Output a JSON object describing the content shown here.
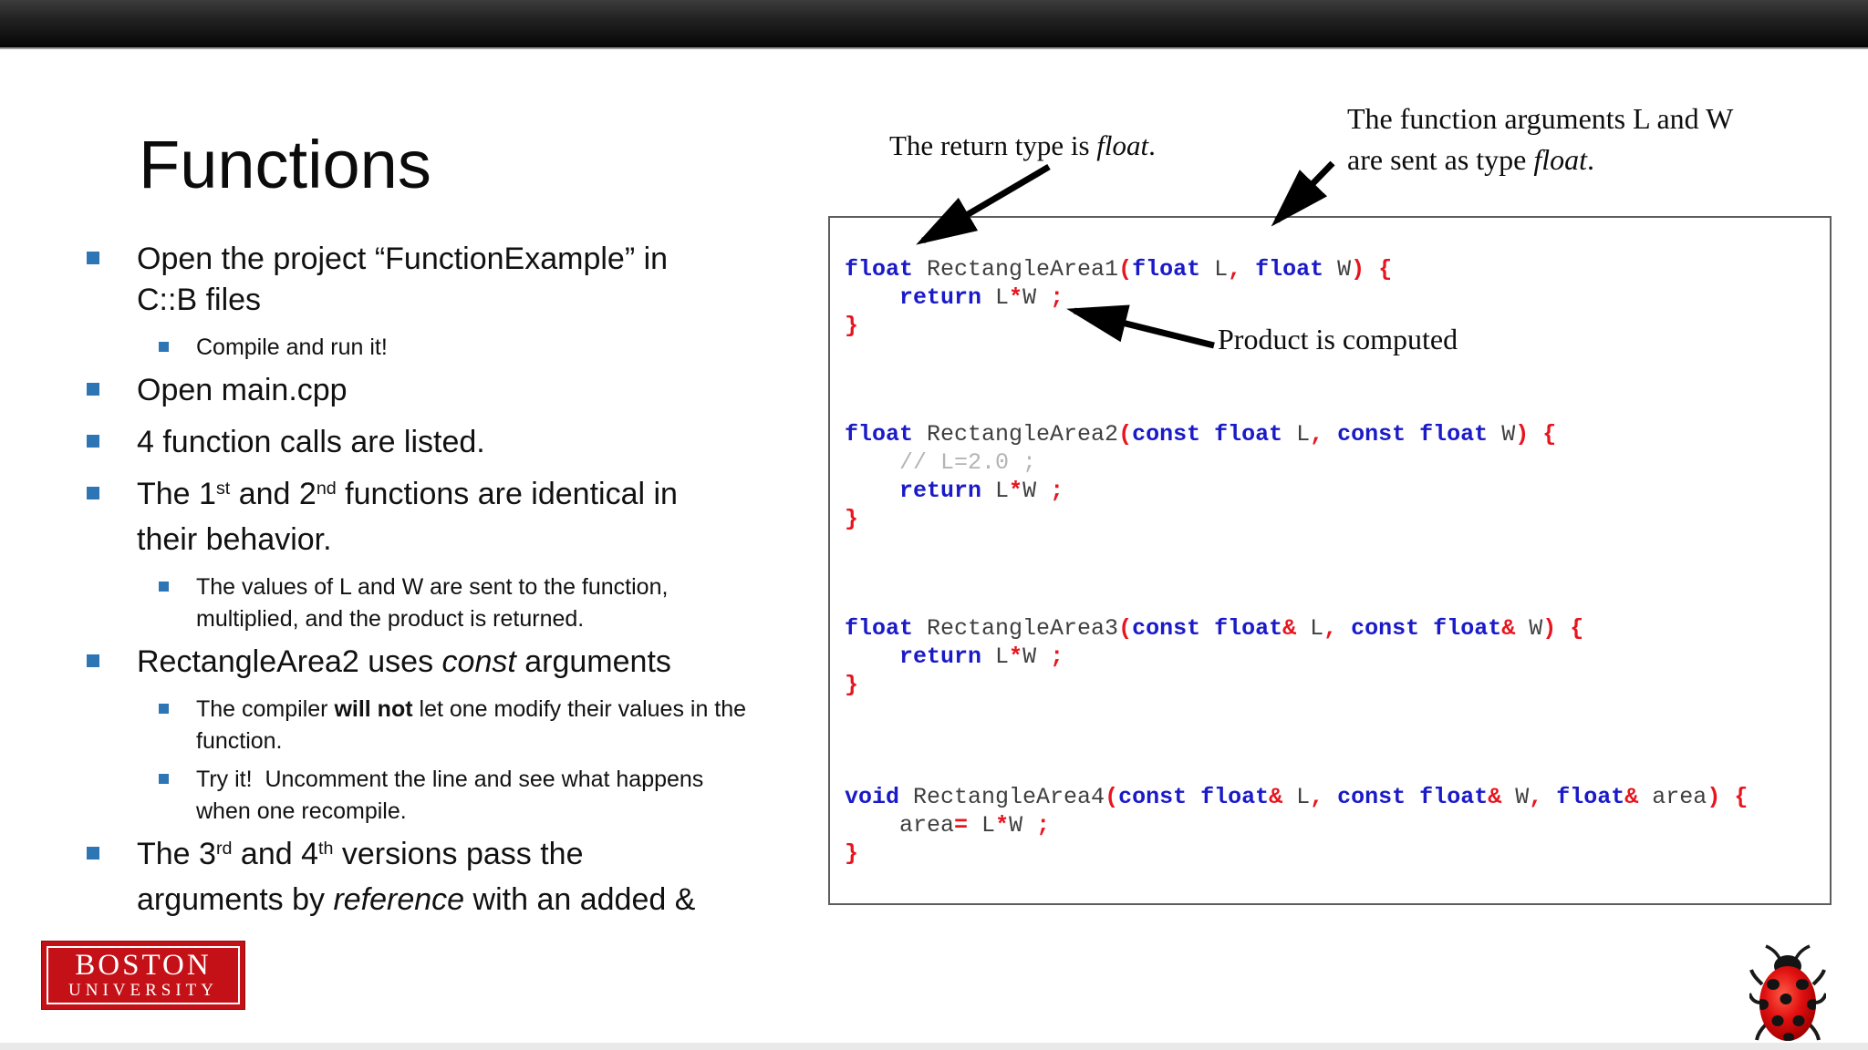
{
  "slide": {
    "title": "Functions",
    "bullets": [
      {
        "level": 1,
        "runs": [
          {
            "t": "Open the project “FunctionExample” in"
          },
          {
            "br": true
          },
          {
            "t": "C::B files"
          }
        ]
      },
      {
        "level": 2,
        "runs": [
          {
            "t": "Compile and run it!"
          }
        ]
      },
      {
        "level": 1,
        "runs": [
          {
            "t": "Open main.cpp"
          }
        ]
      },
      {
        "level": 1,
        "runs": [
          {
            "t": "4 function calls are listed."
          }
        ]
      },
      {
        "level": 1,
        "runs": [
          {
            "t": "The 1"
          },
          {
            "t": "st",
            "sup": true
          },
          {
            "t": " and 2"
          },
          {
            "t": "nd",
            "sup": true
          },
          {
            "t": " functions are identical in"
          },
          {
            "br": true
          },
          {
            "t": "their behavior."
          }
        ]
      },
      {
        "level": 2,
        "runs": [
          {
            "t": "The values of L and W are sent to the function,"
          },
          {
            "br": true
          },
          {
            "t": "multiplied, and the product is returned."
          }
        ]
      },
      {
        "level": 1,
        "runs": [
          {
            "t": "RectangleArea2 uses "
          },
          {
            "t": "const",
            "i": true
          },
          {
            "t": " arguments"
          }
        ]
      },
      {
        "level": 2,
        "runs": [
          {
            "t": "The compiler "
          },
          {
            "t": "will not",
            "b": true
          },
          {
            "t": " let one modify their values in the"
          },
          {
            "br": true
          },
          {
            "t": "function."
          }
        ]
      },
      {
        "level": 2,
        "runs": [
          {
            "t": "Try it!  Uncomment the line and see what happens"
          },
          {
            "br": true
          },
          {
            "t": "when one recompile."
          }
        ]
      },
      {
        "level": 1,
        "runs": [
          {
            "t": "The 3"
          },
          {
            "t": "rd",
            "sup": true
          },
          {
            "t": " and 4"
          },
          {
            "t": "th",
            "sup": true
          },
          {
            "t": " versions pass the"
          },
          {
            "br": true
          },
          {
            "t": "arguments by "
          },
          {
            "t": "reference",
            "i": true
          },
          {
            "t": " with an added &"
          }
        ]
      }
    ]
  },
  "annotations": {
    "return_type": {
      "runs": [
        {
          "t": "The return type is "
        },
        {
          "t": "float",
          "i": true
        },
        {
          "t": "."
        }
      ]
    },
    "arguments": {
      "runs": [
        {
          "t": "The function arguments L and W"
        },
        {
          "br": true
        },
        {
          "t": "are sent as type "
        },
        {
          "t": "float",
          "i": true
        },
        {
          "t": "."
        }
      ]
    },
    "product": {
      "runs": [
        {
          "t": "Product is computed"
        }
      ]
    }
  },
  "code": {
    "blocks": [
      {
        "lines": [
          [
            [
              "k",
              "float"
            ],
            [
              "t",
              " RectangleArea1"
            ],
            [
              "p",
              "("
            ],
            [
              "k",
              "float"
            ],
            [
              "t",
              " L"
            ],
            [
              "p",
              ","
            ],
            [
              "t",
              " "
            ],
            [
              "k",
              "float"
            ],
            [
              "t",
              " W"
            ],
            [
              "p",
              ")"
            ],
            [
              "t",
              " "
            ],
            [
              "p",
              "{"
            ]
          ],
          [
            [
              "t",
              "    "
            ],
            [
              "k",
              "return"
            ],
            [
              "t",
              " L"
            ],
            [
              "p",
              "*"
            ],
            [
              "t",
              "W "
            ],
            [
              "p",
              ";"
            ]
          ],
          [
            [
              "p",
              "}"
            ]
          ]
        ]
      },
      {
        "lines": [
          [
            [
              "k",
              "float"
            ],
            [
              "t",
              " RectangleArea2"
            ],
            [
              "p",
              "("
            ],
            [
              "k",
              "const float"
            ],
            [
              "t",
              " L"
            ],
            [
              "p",
              ","
            ],
            [
              "t",
              " "
            ],
            [
              "k",
              "const float"
            ],
            [
              "t",
              " W"
            ],
            [
              "p",
              ")"
            ],
            [
              "t",
              " "
            ],
            [
              "p",
              "{"
            ]
          ],
          [
            [
              "c",
              "    // L=2.0 ;"
            ]
          ],
          [
            [
              "t",
              "    "
            ],
            [
              "k",
              "return"
            ],
            [
              "t",
              " L"
            ],
            [
              "p",
              "*"
            ],
            [
              "t",
              "W "
            ],
            [
              "p",
              ";"
            ]
          ],
          [
            [
              "p",
              "}"
            ]
          ]
        ]
      },
      {
        "lines": [
          [
            [
              "k",
              "float"
            ],
            [
              "t",
              " RectangleArea3"
            ],
            [
              "p",
              "("
            ],
            [
              "k",
              "const float"
            ],
            [
              "p",
              "&"
            ],
            [
              "t",
              " L"
            ],
            [
              "p",
              ","
            ],
            [
              "t",
              " "
            ],
            [
              "k",
              "const float"
            ],
            [
              "p",
              "&"
            ],
            [
              "t",
              " W"
            ],
            [
              "p",
              ")"
            ],
            [
              "t",
              " "
            ],
            [
              "p",
              "{"
            ]
          ],
          [
            [
              "t",
              "    "
            ],
            [
              "k",
              "return"
            ],
            [
              "t",
              " L"
            ],
            [
              "p",
              "*"
            ],
            [
              "t",
              "W "
            ],
            [
              "p",
              ";"
            ]
          ],
          [
            [
              "p",
              "}"
            ]
          ]
        ]
      },
      {
        "lines": [
          [
            [
              "k",
              "void"
            ],
            [
              "t",
              " RectangleArea4"
            ],
            [
              "p",
              "("
            ],
            [
              "k",
              "const float"
            ],
            [
              "p",
              "&"
            ],
            [
              "t",
              " L"
            ],
            [
              "p",
              ","
            ],
            [
              "t",
              " "
            ],
            [
              "k",
              "const float"
            ],
            [
              "p",
              "&"
            ],
            [
              "t",
              " W"
            ],
            [
              "p",
              ","
            ],
            [
              "t",
              " "
            ],
            [
              "k",
              "float"
            ],
            [
              "p",
              "&"
            ],
            [
              "t",
              " area"
            ],
            [
              "p",
              ")"
            ],
            [
              "t",
              " "
            ],
            [
              "p",
              "{"
            ]
          ],
          [
            [
              "t",
              "    area"
            ],
            [
              "p",
              "="
            ],
            [
              "t",
              " L"
            ],
            [
              "p",
              "*"
            ],
            [
              "t",
              "W "
            ],
            [
              "p",
              ";"
            ]
          ],
          [
            [
              "p",
              "}"
            ]
          ]
        ]
      }
    ]
  },
  "logo": {
    "line1": "BOSTON",
    "line2": "UNIVERSITY"
  },
  "colors": {
    "keyword_blue": "#1A1AC8",
    "punct_red": "#E8141E",
    "identifier_gray": "#3F3F3F",
    "comment_gray": "#B4B4B4",
    "bullet_blue": "#2E75B6",
    "logo_red": "#C41117"
  }
}
